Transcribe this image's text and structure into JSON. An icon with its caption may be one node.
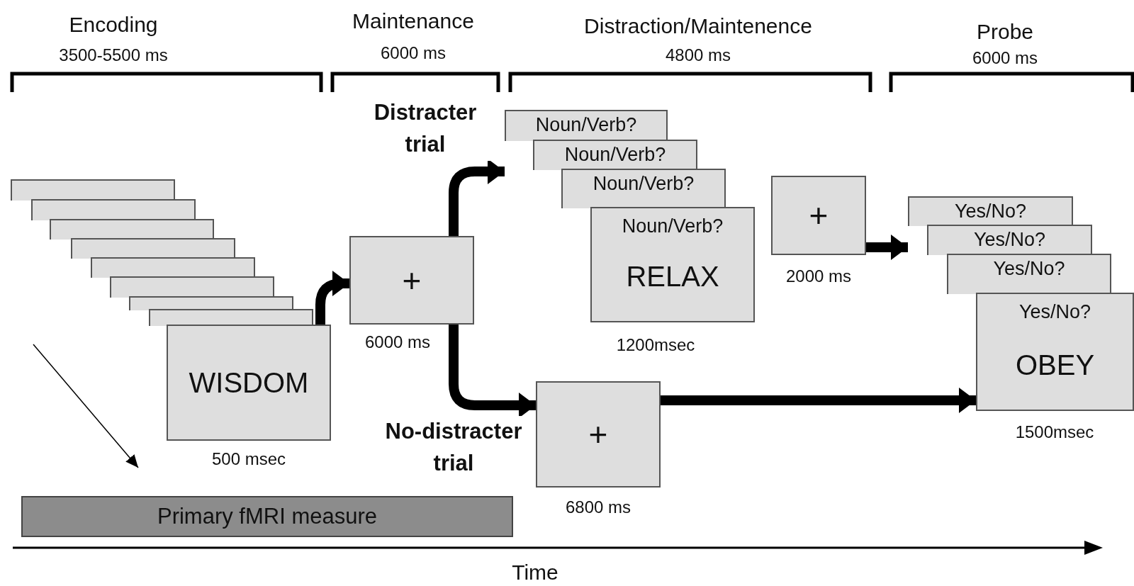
{
  "diagram": {
    "nodes": [
      {
        "text": [],
        "shape": "box"
      },
      {
        "text": [],
        "shape": "box"
      },
      {
        "text": [],
        "shape": "box"
      },
      {
        "text": [],
        "shape": "box"
      },
      {
        "text": [],
        "shape": "box"
      },
      {
        "text": [],
        "shape": "box"
      },
      {
        "text": [],
        "shape": "box"
      },
      {
        "text": [],
        "shape": "box"
      },
      {
        "text": [
          "WISDOM"
        ],
        "beside": [
          "500 msec"
        ]
      },
      {
        "text": [
          "+"
        ],
        "beside": [
          "6000 ms"
        ]
      },
      {
        "text": [
          "Noun/Verb?"
        ]
      },
      {
        "text": [
          "Noun/Verb?"
        ]
      },
      {
        "text": [
          "Noun/Verb?"
        ]
      },
      {
        "text": [
          "Noun/Verb?",
          "RELAX"
        ],
        "beside": [
          "1200msec"
        ]
      },
      {
        "text": [
          "+"
        ],
        "beside": [
          "2000 ms"
        ]
      },
      {
        "text": [
          "Yes/No?"
        ]
      },
      {
        "text": [
          "Yes/No?"
        ]
      },
      {
        "text": [
          "Yes/No?"
        ]
      },
      {
        "text": [
          "Yes/No?",
          "OBEY"
        ],
        "beside": [
          "1500msec"
        ]
      },
      {
        "text": [
          "+"
        ],
        "beside": [
          "6800 ms"
        ]
      },
      {
        "text": [
          "Primary fMRI measure"
        ]
      }
    ],
    "edges": [
      {
        "from": 8,
        "to": 9,
        "arrow": "to"
      },
      {
        "from": 9,
        "to": 10,
        "arrow": "to",
        "label": "Distracter trial"
      },
      {
        "from": 9,
        "to": 19,
        "arrow": "to",
        "label": "No-distracter trial"
      },
      {
        "from": 14,
        "to": 15,
        "arrow": "to"
      },
      {
        "from": 19,
        "to": 18,
        "arrow": "to"
      }
    ],
    "labels": [
      "Encoding",
      "3500-5500 ms",
      "Maintenance",
      "6000 ms",
      "Distraction/Maintenence",
      "4800 ms",
      "Probe",
      "6000 ms",
      "Time"
    ]
  }
}
